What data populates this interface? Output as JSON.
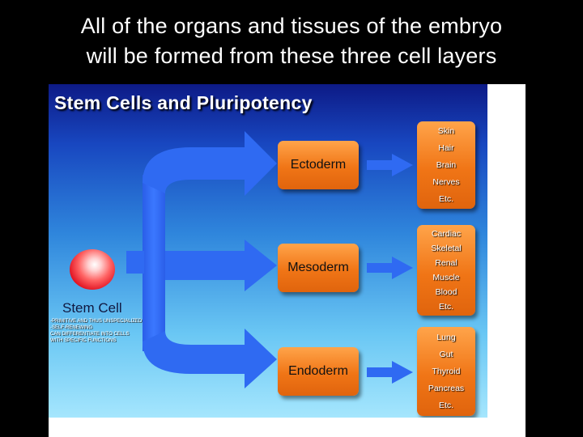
{
  "slide": {
    "title_line1": "All of the organs and tissues of the embryo",
    "title_line2": "will be formed from these three cell layers"
  },
  "figure": {
    "title": "Stem Cells and Pluripotency",
    "stem_cell": {
      "label": "Stem Cell",
      "notes": [
        "-PRIMITIVE AND THUS UNSPECIALIZED",
        "-SELF-RENEWING",
        "CAN DIFFERENTIATE INTO CELLS",
        "WITH SPECIFIC FUNCTIONS"
      ]
    },
    "germ_layers": [
      {
        "name": "Ectoderm",
        "tissues": [
          "Skin",
          "Hair",
          "Brain",
          "Nerves",
          "Etc."
        ]
      },
      {
        "name": "Mesoderm",
        "tissues": [
          "Cardiac",
          "Skeletal",
          "Renal",
          "Muscle",
          "Blood",
          "Etc."
        ]
      },
      {
        "name": "Endoderm",
        "tissues": [
          "Lung",
          "Gut",
          "Thyroid",
          "Pancreas",
          "Etc."
        ]
      }
    ]
  },
  "colors": {
    "background": "#000000",
    "title_text": "#ffffff",
    "panel_top": "#0d1a86",
    "panel_bottom": "#a5e6fd",
    "arrow_blue": "#2f6af2",
    "box_orange": "#f07516"
  }
}
